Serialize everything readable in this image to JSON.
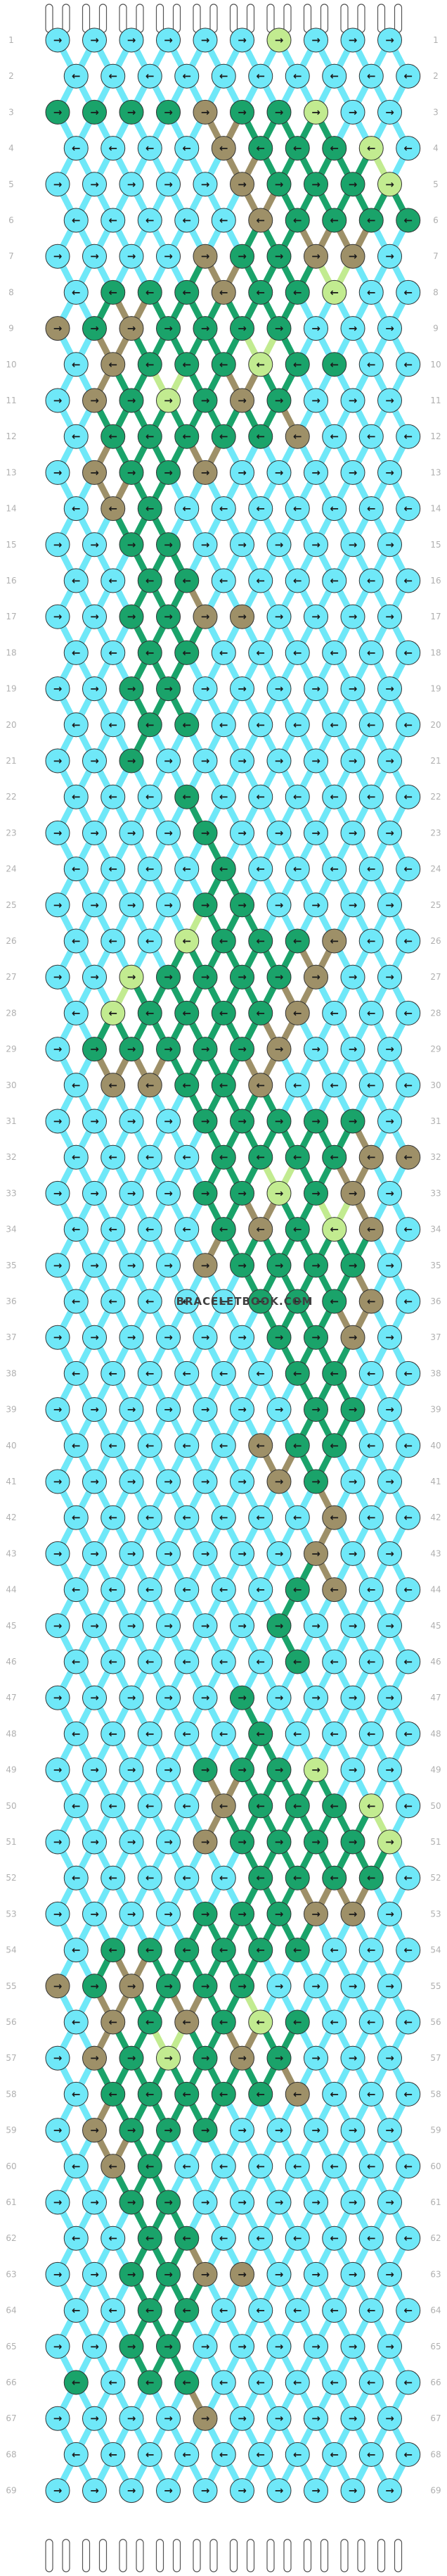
{
  "watermark": "BRACELETBOOK.COM",
  "rows": 69,
  "knots_per_row": 10,
  "colors": {
    "A": "#6fe8f8",
    "B": "#1aa36a",
    "C": "#9e9068",
    "D": "#c2eb90"
  },
  "left_labels": [
    "1",
    "2",
    "3",
    "4",
    "5",
    "6",
    "7",
    "8",
    "9",
    "10",
    "11",
    "12",
    "13",
    "14",
    "15",
    "16",
    "17",
    "18",
    "19",
    "20",
    "21",
    "22",
    "23",
    "24",
    "25",
    "26",
    "27",
    "28",
    "29",
    "30",
    "31",
    "32",
    "33",
    "34",
    "35",
    "36",
    "37",
    "38",
    "39",
    "40",
    "41",
    "42",
    "43",
    "44",
    "45",
    "46",
    "47",
    "48",
    "49",
    "50",
    "51",
    "52",
    "53",
    "54",
    "55",
    "56",
    "57",
    "58",
    "59",
    "60",
    "61",
    "62",
    "63",
    "64",
    "65",
    "66",
    "67",
    "68",
    "69"
  ],
  "right_labels": [
    "1",
    "2",
    "3",
    "4",
    "5",
    "6",
    "7",
    "8",
    "9",
    "10",
    "11",
    "12",
    "13",
    "14",
    "15",
    "16",
    "17",
    "18",
    "19",
    "20",
    "21",
    "22",
    "23",
    "24",
    "25",
    "26",
    "27",
    "28",
    "29",
    "30",
    "31",
    "32",
    "33",
    "34",
    "35",
    "36",
    "37",
    "38",
    "39",
    "40",
    "41",
    "42",
    "43",
    "44",
    "45",
    "46",
    "47",
    "48",
    "49",
    "50",
    "51",
    "52",
    "53",
    "54",
    "55",
    "56",
    "57",
    "58",
    "59",
    "60",
    "61",
    "62",
    "63",
    "64",
    "65",
    "66",
    "67",
    "68",
    "69"
  ],
  "knot_rows": [
    {
      "c": "AAAAAADAAA",
      "d": "RRRRRRRRRR"
    },
    {
      "c": "AAAAAAAAAA",
      "d": "LLLLLLLLLL"
    },
    {
      "c": "BBBBCBBDAA",
      "d": "RRRRRRRRRR"
    },
    {
      "c": "AAAACBBBDA",
      "d": "LLLLLLLLLL"
    },
    {
      "c": "AAAAACBBBD",
      "d": "RRRRRRRRRR"
    },
    {
      "c": "AAAAACBBBB",
      "d": "LLLLLLLLLL"
    },
    {
      "c": "AAAACBBCCA",
      "d": "RRRRRRRRRR"
    },
    {
      "c": "ABBBCBBDAA",
      "d": "LLLLLLLLLL"
    },
    {
      "c": "CBCBBBBAAA",
      "d": "RRRRRRRRRR"
    },
    {
      "c": "ACBBBDBBAA",
      "d": "LLLLLLLLLL"
    },
    {
      "c": "ACBDBCBAAA",
      "d": "RRRRRRRRRR"
    },
    {
      "c": "ABBBBBCAAA",
      "d": "LLLLLLLLLL"
    },
    {
      "c": "ACBBCAAAAA",
      "d": "RRRRRRRRRR"
    },
    {
      "c": "ACBAAAAAAA",
      "d": "LLLLLLLLLL"
    },
    {
      "c": "AABBAAAAAA",
      "d": "RRRRRRRRRR"
    },
    {
      "c": "AABBAAAAAA",
      "d": "LLLLLLLLLL"
    },
    {
      "c": "AABBCCAAAA",
      "d": "RRRRRRRRRR"
    },
    {
      "c": "AABBAAAAAA",
      "d": "LLLLLLLLLL"
    },
    {
      "c": "AABBAAAAAA",
      "d": "RRRRRRRRRR"
    },
    {
      "c": "AABBAAAAAA",
      "d": "LLLLLLLLLL"
    },
    {
      "c": "AABAAAAAAA",
      "d": "RRRRRRRRRR"
    },
    {
      "c": "AAABAAAAAA",
      "d": "LLLLLLLLLL"
    },
    {
      "c": "AAAABAAAAA",
      "d": "RRRRRRRRRR"
    },
    {
      "c": "AAAABAAAAA",
      "d": "LLLLLLLLLL"
    },
    {
      "c": "AAAABBAAAA",
      "d": "RRRRRRRRRR"
    },
    {
      "c": "AAADBBBCAA",
      "d": "LLLLLLLLLL"
    },
    {
      "c": "AADBBBBCAA",
      "d": "RRRRRRRRRR"
    },
    {
      "c": "ADBBBBCAAA",
      "d": "LLLLLLLLLL"
    },
    {
      "c": "ABBBBBCAAA",
      "d": "RRRRRRRRRR"
    },
    {
      "c": "ACCBBCAAAA",
      "d": "LLLLLLLLLL"
    },
    {
      "c": "AAAABBBBBA",
      "d": "RRRRRRRRRR"
    },
    {
      "c": "AAAABBBBCC",
      "d": "LLLLLLLLLL"
    },
    {
      "c": "AAAABBDBCA",
      "d": "RRRRRRRRRR"
    },
    {
      "c": "AAAABCBDCA",
      "d": "LLLLLLLLLL"
    },
    {
      "c": "AAAACBBBBA",
      "d": "RRRRRRRRRR"
    },
    {
      "c": "AAAAABBBCA",
      "d": "LLLLLLLLLL"
    },
    {
      "c": "AAAAAABBCA",
      "d": "RRRRRRRRRR"
    },
    {
      "c": "AAAAAABBAA",
      "d": "LLLLLLLLLL"
    },
    {
      "c": "AAAAAAABBA",
      "d": "RRRRRRRRRR"
    },
    {
      "c": "AAAAACBBAA",
      "d": "LLLLLLLLLL"
    },
    {
      "c": "AAAAAACBAA",
      "d": "RRRRRRRRRR"
    },
    {
      "c": "AAAAAAACAA",
      "d": "LLLLLLLLLL"
    },
    {
      "c": "AAAAAAACAA",
      "d": "RRRRRRRRRR"
    },
    {
      "c": "AAAAAABCAA",
      "d": "LLLLLLLLLL"
    },
    {
      "c": "AAAAAABAAA",
      "d": "RRRRRRRRRR"
    },
    {
      "c": "AAAAAABAAA",
      "d": "LLLLLLLLLL"
    },
    {
      "c": "AAAAABAAAA",
      "d": "RRRRRRRRRR"
    },
    {
      "c": "AAAAABAAAA",
      "d": "LLLLLLLLLL"
    },
    {
      "c": "AAAABBBDAA",
      "d": "RRRRRRRRRR"
    },
    {
      "c": "AAAACBBBDA",
      "d": "LLLLLLLLLL"
    },
    {
      "c": "AAAACBBBBD",
      "d": "RRRRRRRRRR"
    },
    {
      "c": "AAAAABBBBA",
      "d": "LLLLLLLLLL"
    },
    {
      "c": "AAAABBBCCA",
      "d": "RRRRRRRRRR"
    },
    {
      "c": "ABBBBBBAAA",
      "d": "LLLLLLLLLL"
    },
    {
      "c": "CBCBBBAAAA",
      "d": "RRRRRRRRRR"
    },
    {
      "c": "ACBCBDBAAA",
      "d": "LLLLLLLLLL"
    },
    {
      "c": "ACBDBCBAAA",
      "d": "RRRRRRRRRR"
    },
    {
      "c": "ABBBBBCAAA",
      "d": "LLLLLLLLLL"
    },
    {
      "c": "ACBBBAAAAA",
      "d": "RRRRRRRRRR"
    },
    {
      "c": "ACBAAAAAAA",
      "d": "LLLLLLLLLL"
    },
    {
      "c": "AABBAAAAAA",
      "d": "RRRRRRRRRR"
    },
    {
      "c": "AABBAAAAAA",
      "d": "LLLLLLLLLL"
    },
    {
      "c": "AABBCCAAAA",
      "d": "RRRRRRRRRR"
    },
    {
      "c": "AABBAAAAAA",
      "d": "LLLLLLLLLL"
    },
    {
      "c": "AABBAAAAAA",
      "d": "RRRRRRRRRR"
    },
    {
      "c": "BABBAAAAAA",
      "d": "LLLLLLLLLL"
    },
    {
      "c": "AAAACAAAAA",
      "d": "RRRRRRRRRR"
    },
    {
      "c": "AAAAAAAAAA",
      "d": "LLLLLLLLLL"
    },
    {
      "c": "AAAAAAAAAA",
      "d": "RRRRRRRRRR"
    }
  ]
}
